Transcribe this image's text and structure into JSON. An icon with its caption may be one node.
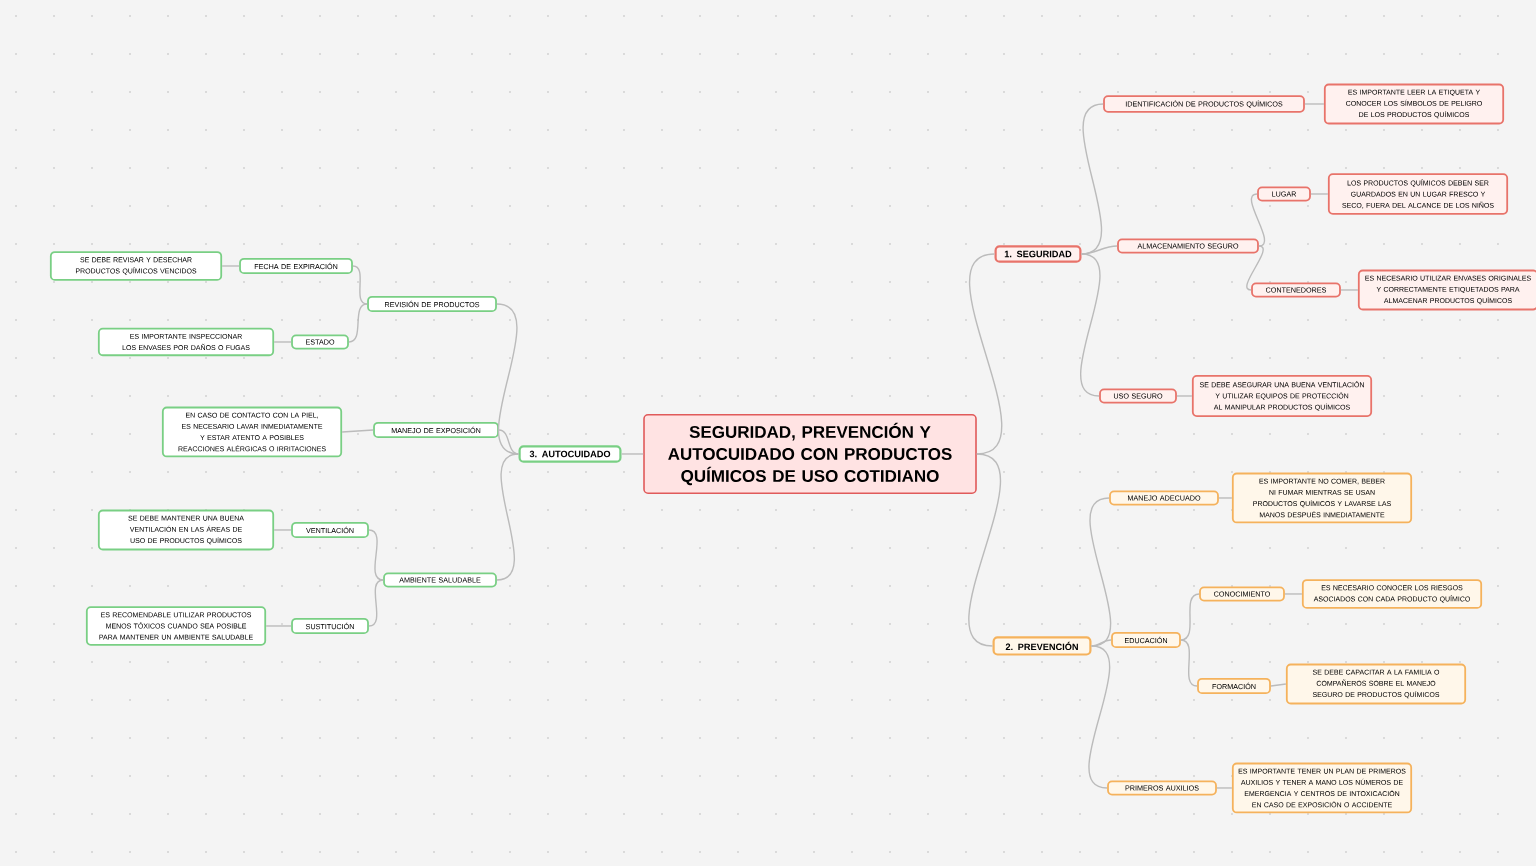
{
  "diagram": {
    "nodes": [
      {
        "text": [
          "SEGURIDAD, PREVENCIÓN Y AUTOCUIDADO CON PRODUCTOS QUÍMICOS DE USO COTIDIANO"
        ]
      },
      {
        "text": [
          "1. SEGURIDAD"
        ]
      },
      {
        "text": [
          "IDENTIFICACIÓN DE PRODUCTOS QUÍMICOS"
        ]
      },
      {
        "text": [
          "ES IMPORTANTE LEER LA ETIQUETA Y CONOCER LOS SÍMBOLOS DE PELIGRO DE LOS PRODUCTOS QUÍMICOS"
        ]
      },
      {
        "text": [
          "ALMACENAMIENTO SEGURO"
        ]
      },
      {
        "text": [
          "LUGAR"
        ]
      },
      {
        "text": [
          "LOS PRODUCTOS QUÍMICOS DEBEN SER GUARDADOS EN UN LUGAR FRESCO Y SECO, FUERA DEL ALCANCE DE LOS NIÑOS"
        ]
      },
      {
        "text": [
          "CONTENEDORES"
        ]
      },
      {
        "text": [
          "ES NECESARIO UTILIZAR ENVASES ORIGINALES Y CORRECTAMENTE ETIQUETADOS PARA ALMACENAR PRODUCTOS QUÍMICOS"
        ]
      },
      {
        "text": [
          "USO SEGURO"
        ]
      },
      {
        "text": [
          "SE DEBE ASEGURAR UNA BUENA VENTILACIÓN Y UTILIZAR EQUIPOS DE PROTECCIÓN AL MANIPULAR PRODUCTOS QUÍMICOS"
        ]
      },
      {
        "text": [
          "2. PREVENCIÓN"
        ]
      },
      {
        "text": [
          "MANEJO ADECUADO"
        ]
      },
      {
        "text": [
          "ES IMPORTANTE NO COMER, BEBER NI FUMAR MIENTRAS SE USAN PRODUCTOS QUÍMICOS Y LAVARSE LAS MANOS DESPUÉS INMEDIATAMENTE"
        ]
      },
      {
        "text": [
          "EDUCACIÓN"
        ]
      },
      {
        "text": [
          "CONOCIMIENTO"
        ]
      },
      {
        "text": [
          "ES NECESARIO CONOCER LOS RIESGOS ASOCIADOS CON CADA PRODUCTO QUÍMICO"
        ]
      },
      {
        "text": [
          "FORMACIÓN"
        ]
      },
      {
        "text": [
          "SE DEBE CAPACITAR A LA FAMILIA O COMPAÑEROS SOBRE EL MANEJO SEGURO DE PRODUCTOS QUÍMICOS"
        ]
      },
      {
        "text": [
          "PRIMEROS AUXILIOS"
        ]
      },
      {
        "text": [
          "ES IMPORTANTE TENER UN PLAN DE PRIMEROS AUXILIOS Y TENER A MANO LOS NÚMEROS DE EMERGENCIA Y CENTROS DE INTOXICACIÓN EN CASO DE EXPOSICIÓN O ACCIDENTE"
        ]
      },
      {
        "text": [
          "3. AUTOCUIDADO"
        ]
      },
      {
        "text": [
          "REVISIÓN DE PRODUCTOS"
        ]
      },
      {
        "text": [
          "FECHA DE EXPIRACIÓN"
        ]
      },
      {
        "text": [
          "SE DEBE REVISAR Y DESECHAR PRODUCTOS QUÍMICOS VENCIDOS"
        ]
      },
      {
        "text": [
          "ESTADO"
        ]
      },
      {
        "text": [
          "ES IMPORTANTE INSPECCIONAR LOS ENVASES POR DAÑOS O FUGAS"
        ]
      },
      {
        "text": [
          "MANEJO DE EXPOSICIÓN"
        ]
      },
      {
        "text": [
          "EN CASO DE CONTACTO CON LA PIEL, ES NECESARIO LAVAR INMEDIATAMENTE Y ESTAR ATENTO A POSIBLES REACCIONES ALÉRGICAS O IRRITACIONES"
        ]
      },
      {
        "text": [
          "AMBIENTE SALUDABLE"
        ]
      },
      {
        "text": [
          "VENTILACIÓN"
        ]
      },
      {
        "text": [
          "SE DEBE MANTENER UNA BUENA VENTILACIÓN EN LAS ÁREAS DE USO DE PRODUCTOS QUÍMICOS"
        ]
      },
      {
        "text": [
          "SUSTITUCIÓN"
        ]
      },
      {
        "text": [
          "ES RECOMENDABLE UTILIZAR PRODUCTOS MENOS TÓXICOS CUANDO SEA POSIBLE PARA MANTENER UN AMBIENTE SALUDABLE"
        ]
      }
    ],
    "edges": [
      {
        "from": 0,
        "to": 1,
        "arrow": "none"
      },
      {
        "from": 1,
        "to": 2,
        "arrow": "none"
      },
      {
        "from": 2,
        "to": 3,
        "arrow": "none"
      },
      {
        "from": 1,
        "to": 4,
        "arrow": "none"
      },
      {
        "from": 4,
        "to": 5,
        "arrow": "none"
      },
      {
        "from": 5,
        "to": 6,
        "arrow": "none"
      },
      {
        "from": 4,
        "to": 7,
        "arrow": "none"
      },
      {
        "from": 7,
        "to": 8,
        "arrow": "none"
      },
      {
        "from": 1,
        "to": 9,
        "arrow": "none"
      },
      {
        "from": 9,
        "to": 10,
        "arrow": "none"
      },
      {
        "from": 0,
        "to": 11,
        "arrow": "none"
      },
      {
        "from": 11,
        "to": 12,
        "arrow": "none"
      },
      {
        "from": 12,
        "to": 13,
        "arrow": "none"
      },
      {
        "from": 11,
        "to": 14,
        "arrow": "none"
      },
      {
        "from": 14,
        "to": 15,
        "arrow": "none"
      },
      {
        "from": 15,
        "to": 16,
        "arrow": "none"
      },
      {
        "from": 14,
        "to": 17,
        "arrow": "none"
      },
      {
        "from": 17,
        "to": 18,
        "arrow": "none"
      },
      {
        "from": 11,
        "to": 19,
        "arrow": "none"
      },
      {
        "from": 19,
        "to": 20,
        "arrow": "none"
      },
      {
        "from": 0,
        "to": 21,
        "arrow": "none"
      },
      {
        "from": 21,
        "to": 22,
        "arrow": "none"
      },
      {
        "from": 22,
        "to": 23,
        "arrow": "none"
      },
      {
        "from": 23,
        "to": 24,
        "arrow": "none"
      },
      {
        "from": 22,
        "to": 25,
        "arrow": "none"
      },
      {
        "from": 25,
        "to": 26,
        "arrow": "none"
      },
      {
        "from": 21,
        "to": 27,
        "arrow": "none"
      },
      {
        "from": 27,
        "to": 28,
        "arrow": "none"
      },
      {
        "from": 21,
        "to": 29,
        "arrow": "none"
      },
      {
        "from": 29,
        "to": 30,
        "arrow": "none"
      },
      {
        "from": 30,
        "to": 31,
        "arrow": "none"
      },
      {
        "from": 29,
        "to": 32,
        "arrow": "none"
      },
      {
        "from": 32,
        "to": 33,
        "arrow": "none"
      }
    ]
  }
}
